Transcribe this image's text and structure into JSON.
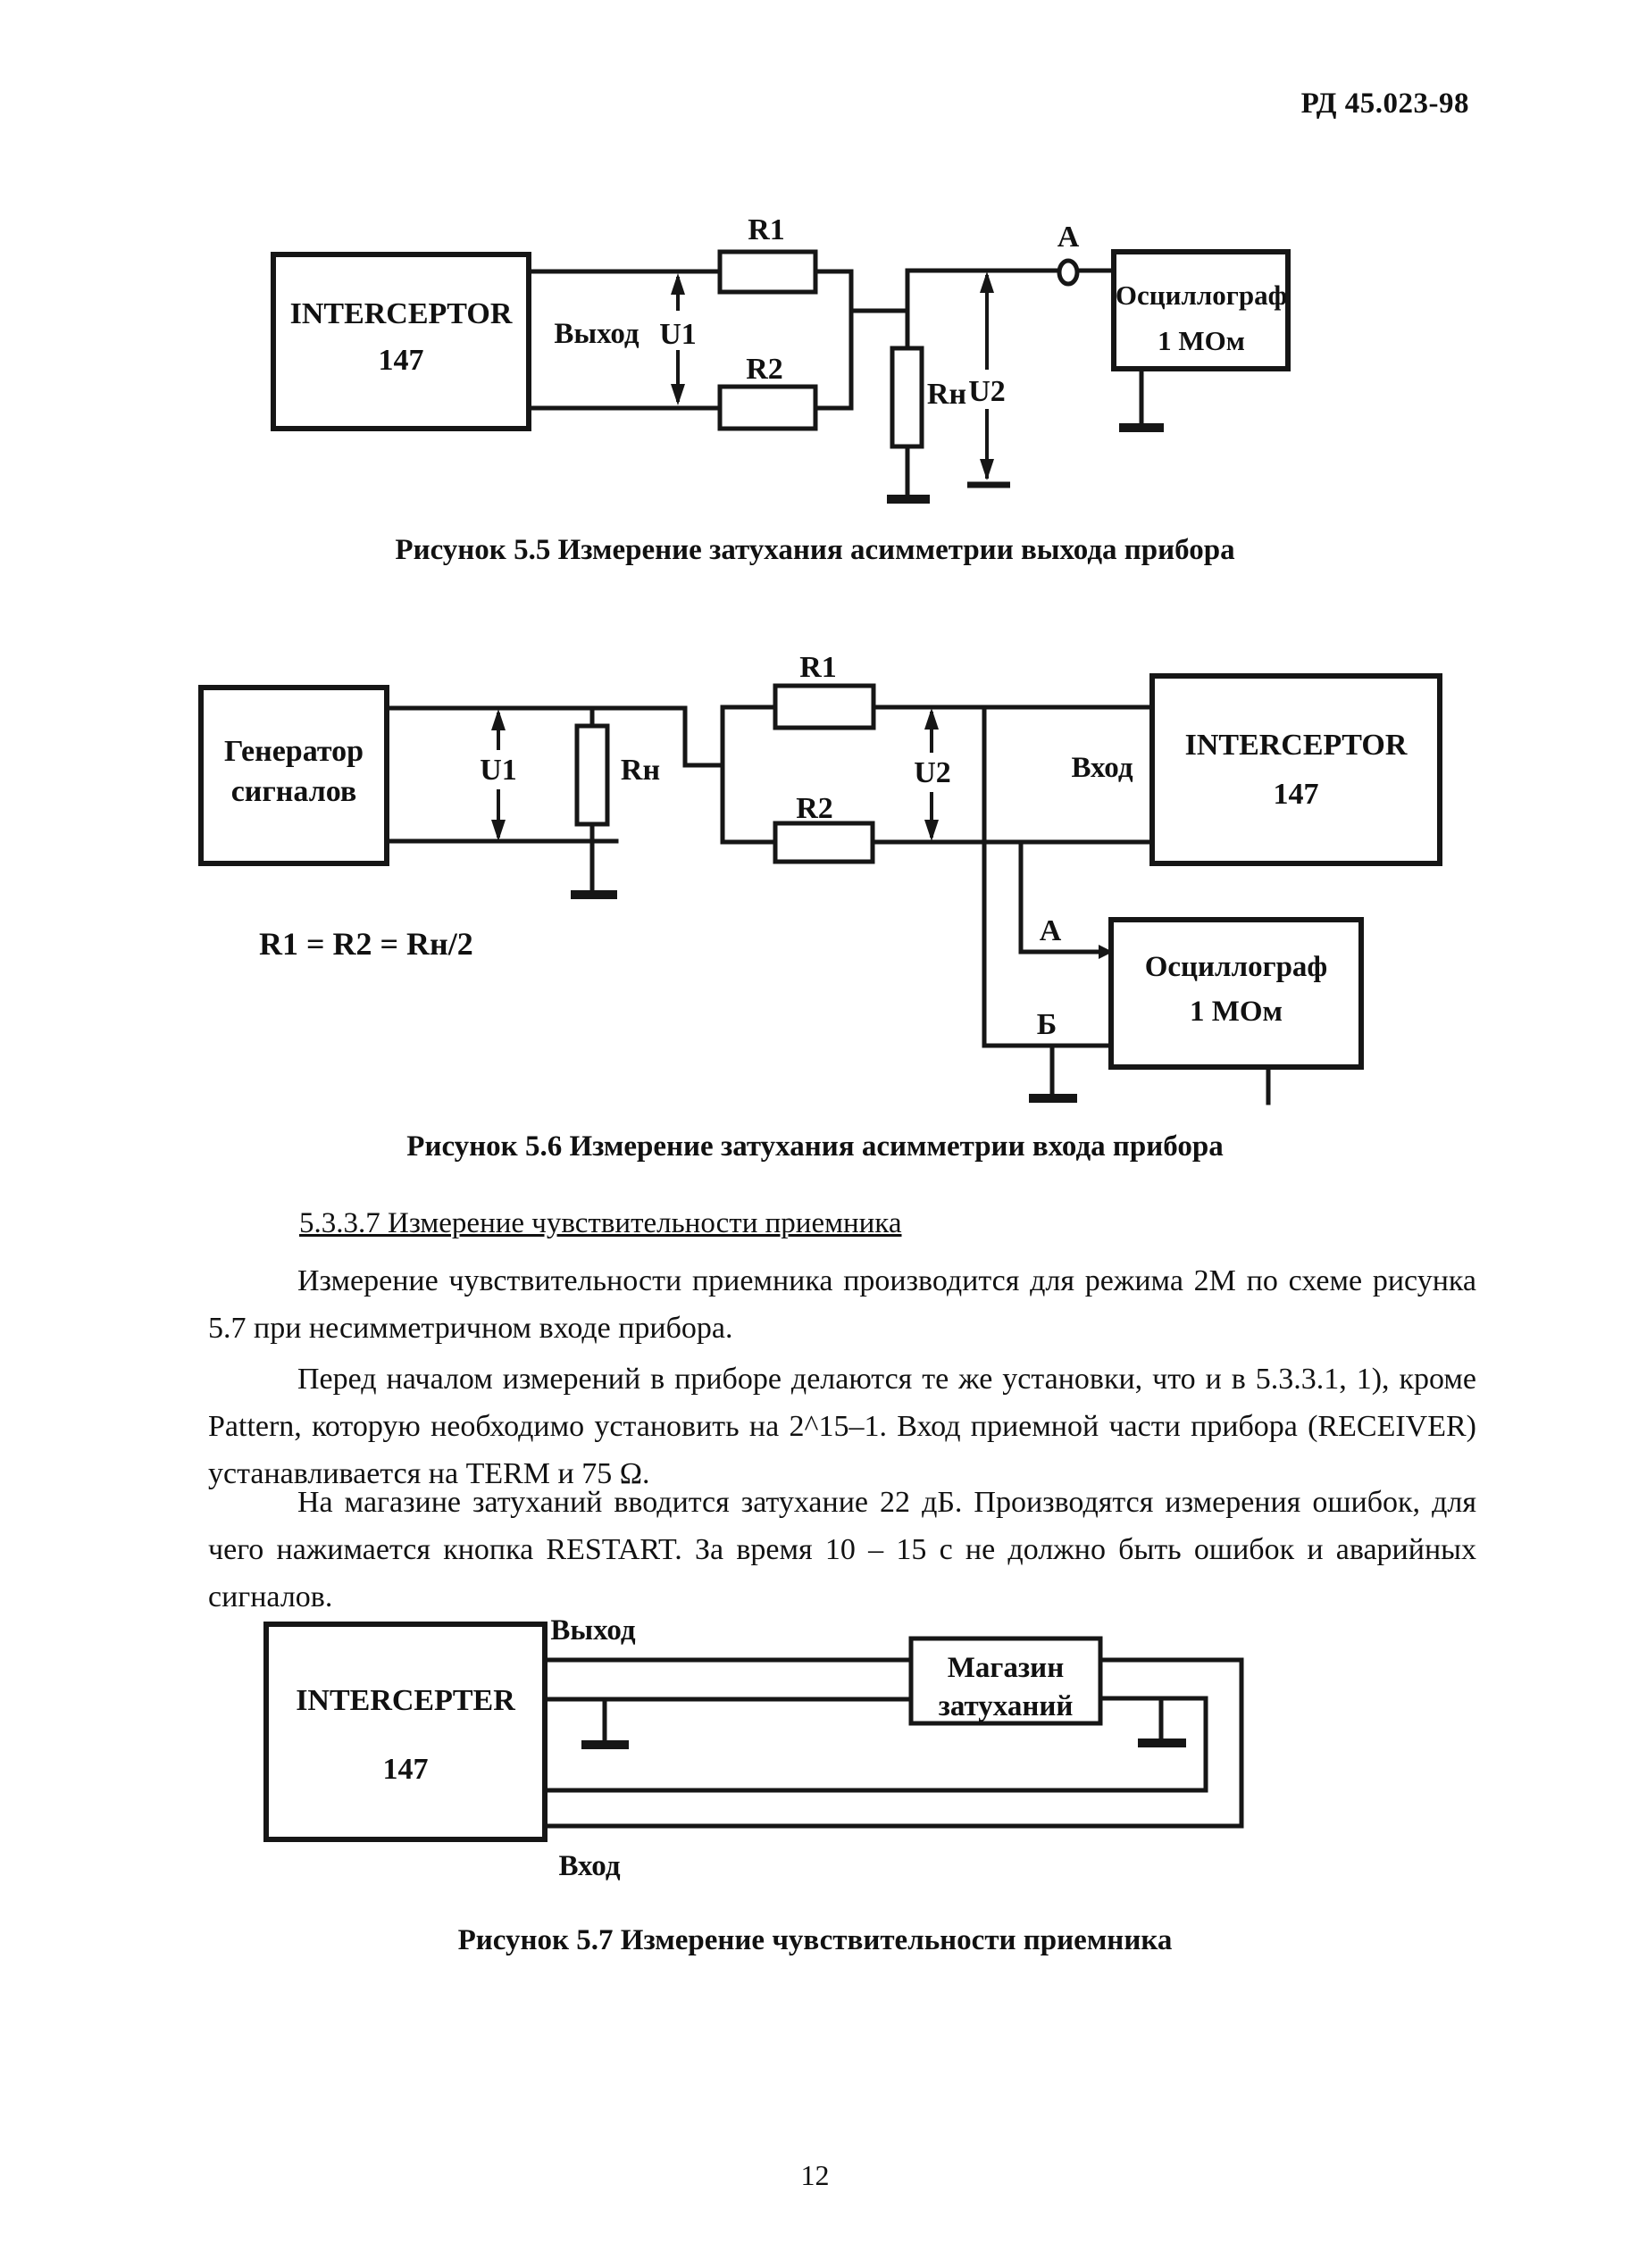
{
  "header": {
    "doc_number": "РД 45.023-98"
  },
  "fig55": {
    "device_line1": "INTERCEPTOR",
    "device_line2": "147",
    "out_label": "Выход",
    "u1": "U1",
    "u2": "U2",
    "r1": "R1",
    "r2": "R2",
    "rn": "Rн",
    "point_a": "A",
    "scope_line1": "Осциллограф",
    "scope_line2": "1 МОм",
    "caption": "Рисунок 5.5 Измерение затухания асимметрии выхода прибора"
  },
  "fig56": {
    "gen_line1": "Генератор",
    "gen_line2": "сигналов",
    "u1": "U1",
    "u2": "U2",
    "r1": "R1",
    "r2": "R2",
    "rn": "Rн",
    "in_label": "Вход",
    "device_line1": "INTERCEPTOR",
    "device_line2": "147",
    "point_a": "А",
    "point_b": "Б",
    "scope_line1": "Осциллограф",
    "scope_line2": "1 МОм",
    "formula": "R1 = R2 = Rн/2",
    "caption": "Рисунок 5.6 Измерение затухания асимметрии входа прибора"
  },
  "section537": {
    "heading": "5.3.3.7 Измерение чувствительности приемника"
  },
  "paragraphs": {
    "p1": "Измерение чувствительности приемника производится для режима 2М по схеме рисунка 5.7 при несимметричном входе прибора.",
    "p2": "Перед началом измерений в приборе делаются те же установки, что и в 5.3.3.1, 1), кроме Pattern, которую необходимо установить на 2^15–1. Вход приемной части прибора (RECEIVER) устанавливается на TERM и 75 Ω.",
    "p3": "На магазине затуханий вводится затухание 22 дБ. Производятся измерения ошибок, для чего нажимается кнопка RESTART. За время 10 – 15 с не должно быть ошибок и аварийных сигналов."
  },
  "fig57": {
    "device_line1": "INTERCEPTER",
    "device_line2": "147",
    "out_label": "Выход",
    "in_label": "Вход",
    "att_line1": "Магазин",
    "att_line2": "затуханий",
    "caption": "Рисунок 5.7 Измерение чувствительности приемника"
  },
  "footer": {
    "page_number": "12"
  }
}
